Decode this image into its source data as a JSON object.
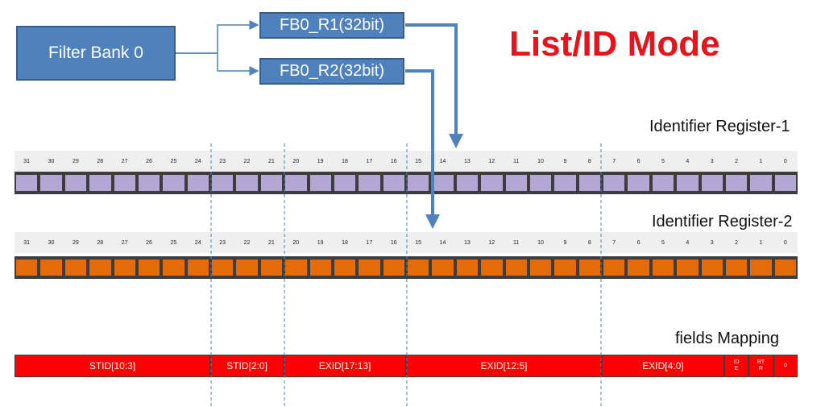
{
  "title": "List/ID Mode",
  "filter_bank": "Filter Bank 0",
  "registers": [
    "FB0_R1(32bit)",
    "FB0_R2(32bit)"
  ],
  "labels": {
    "reg1": "Identifier Register-1",
    "reg2": "Identifier Register-2",
    "fields": "fields Mapping"
  },
  "bit_numbers": [
    "31",
    "30",
    "29",
    "28",
    "27",
    "26",
    "25",
    "24",
    "23",
    "22",
    "21",
    "20",
    "19",
    "18",
    "17",
    "16",
    "15",
    "14",
    "13",
    "12",
    "11",
    "10",
    "9",
    "8",
    "7",
    "6",
    "5",
    "4",
    "3",
    "2",
    "1",
    "0"
  ],
  "fields": [
    {
      "label": "STID[10:3]",
      "bits": 8
    },
    {
      "label": "STID[2:0]",
      "bits": 3
    },
    {
      "label": "EXID[17:13]",
      "bits": 5
    },
    {
      "label": "EXID[12:5]",
      "bits": 8
    },
    {
      "label": "EXID[4:0]",
      "bits": 5
    },
    {
      "label": "IDE",
      "bits": 1
    },
    {
      "label": "RTR",
      "bits": 1
    },
    {
      "label": "0",
      "bits": 1
    }
  ],
  "colors": {
    "box_fill": "#4f81bd",
    "title": "#e8141c",
    "register1_cell": "#b4a7d6",
    "register2_cell": "#e36c09",
    "field_fill": "#ff0000"
  }
}
